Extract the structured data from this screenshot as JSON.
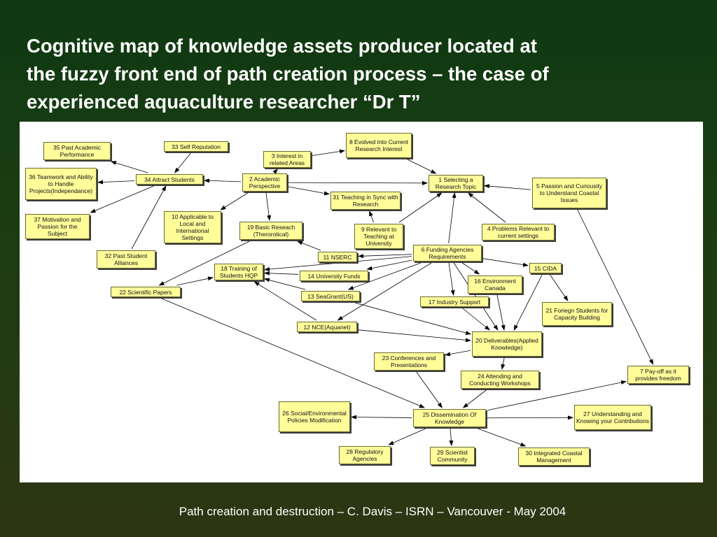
{
  "title": {
    "lines": [
      "Cognitive map of knowledge assets producer located at",
      "the fuzzy front end of path creation process – the case of",
      "experienced aquaculture researcher “Dr T”"
    ]
  },
  "diagram": {
    "nodes": [
      {
        "id": "n1",
        "label": "1 Selecting a Research Topic"
      },
      {
        "id": "n2",
        "label": "2 Academic Perspective"
      },
      {
        "id": "n3",
        "label": "3 Interest in related Areas"
      },
      {
        "id": "n4",
        "label": "4 Problems Relevant to current settings"
      },
      {
        "id": "n5",
        "label": "5 Passion and Curiousity to Understand Coastal Issues"
      },
      {
        "id": "n6",
        "label": "6 Funding Agencies Requirements"
      },
      {
        "id": "n7",
        "label": "7 Pay-off as it provides freedom"
      },
      {
        "id": "n8",
        "label": "8 Evolved into Current Research Interest"
      },
      {
        "id": "n9",
        "label": "9 Relevant to Teaching at University"
      },
      {
        "id": "n10",
        "label": "10 Applicable to Local and International Settings"
      },
      {
        "id": "n11",
        "label": "11 NSERC"
      },
      {
        "id": "n12",
        "label": "12 NCE(Aquanet)"
      },
      {
        "id": "n13",
        "label": "13 SeaGrant(US)"
      },
      {
        "id": "n14",
        "label": "14 University Funds"
      },
      {
        "id": "n15",
        "label": "15 CIDA"
      },
      {
        "id": "n16",
        "label": "16 Environment Canada"
      },
      {
        "id": "n17",
        "label": "17 Industry Support"
      },
      {
        "id": "n18",
        "label": "18 Training of Students HQP"
      },
      {
        "id": "n19",
        "label": "19 Basic Reseach (Therorotical)"
      },
      {
        "id": "n20",
        "label": "20 Deliverables(Applied Knowledge)"
      },
      {
        "id": "n21",
        "label": "21 Foriegn Students for Capacity Building"
      },
      {
        "id": "n22",
        "label": "22 Scientific Papers"
      },
      {
        "id": "n23",
        "label": "23 Conferences and Presentations"
      },
      {
        "id": "n24",
        "label": "24 Attending and Conducting Workshops"
      },
      {
        "id": "n25",
        "label": "25 Dissemination Of Knowledge"
      },
      {
        "id": "n26",
        "label": "26 Social/Environmental Policies Modification"
      },
      {
        "id": "n27",
        "label": "27 Understanding and Knowing your Contributions"
      },
      {
        "id": "n28",
        "label": "28 Regulatory Agencies"
      },
      {
        "id": "n29",
        "label": "29 Scientist Community"
      },
      {
        "id": "n30",
        "label": "30 Integrated Coastal Management"
      },
      {
        "id": "n32",
        "label": "32 Past Student Alliances"
      },
      {
        "id": "n33",
        "label": "33 Self Reputation"
      },
      {
        "id": "n34",
        "label": "34 Attract Students"
      },
      {
        "id": "n35",
        "label": "35 Past Academic Performance"
      },
      {
        "id": "n36",
        "label": "36 Teamwork and Ability to Handle Projects(Independance)"
      },
      {
        "id": "n37",
        "label": "37 Motivation and Passion for the Subject"
      }
    ],
    "edges": [
      {
        "from": "n3",
        "to": "n8"
      },
      {
        "from": "n8",
        "to": "n1"
      },
      {
        "from": "n2",
        "to": "n3"
      },
      {
        "from": "n2",
        "to": "n1"
      },
      {
        "from": "n2",
        "to": "n31"
      },
      {
        "from": "n2",
        "to": "n19"
      },
      {
        "from": "n2",
        "to": "n10"
      },
      {
        "from": "n2",
        "to": "n34"
      },
      {
        "from": "n34",
        "to": "n35"
      },
      {
        "from": "n34",
        "to": "n36"
      },
      {
        "from": "n34",
        "to": "n37"
      },
      {
        "from": "n33",
        "to": "n34"
      },
      {
        "from": "n32",
        "to": "n34"
      },
      {
        "from": "n5",
        "to": "n1"
      },
      {
        "from": "n5",
        "to": "n7"
      },
      {
        "from": "n4",
        "to": "n1"
      },
      {
        "from": "n9",
        "to": "n1"
      },
      {
        "from": "n9",
        "to": "n31"
      },
      {
        "from": "n6",
        "to": "n1"
      },
      {
        "from": "n6",
        "to": "n11"
      },
      {
        "from": "n6",
        "to": "n14"
      },
      {
        "from": "n6",
        "to": "n13"
      },
      {
        "from": "n6",
        "to": "n12"
      },
      {
        "from": "n6",
        "to": "n15"
      },
      {
        "from": "n6",
        "to": "n16"
      },
      {
        "from": "n6",
        "to": "n17"
      },
      {
        "from": "n6",
        "to": "n18"
      },
      {
        "from": "n6",
        "to": "n20"
      },
      {
        "from": "n11",
        "to": "n19"
      },
      {
        "from": "n14",
        "to": "n18"
      },
      {
        "from": "n13",
        "to": "n18"
      },
      {
        "from": "n13",
        "to": "n20"
      },
      {
        "from": "n12",
        "to": "n18"
      },
      {
        "from": "n12",
        "to": "n20"
      },
      {
        "from": "n15",
        "to": "n20"
      },
      {
        "from": "n15",
        "to": "n21"
      },
      {
        "from": "n16",
        "to": "n20"
      },
      {
        "from": "n17",
        "to": "n20"
      },
      {
        "from": "n19",
        "to": "n22"
      },
      {
        "from": "n22",
        "to": "n18"
      },
      {
        "from": "n22",
        "to": "n25"
      },
      {
        "from": "n20",
        "to": "n23"
      },
      {
        "from": "n20",
        "to": "n24"
      },
      {
        "from": "n23",
        "to": "n25"
      },
      {
        "from": "n24",
        "to": "n25"
      },
      {
        "from": "n25",
        "to": "n26"
      },
      {
        "from": "n25",
        "to": "n27"
      },
      {
        "from": "n25",
        "to": "n28"
      },
      {
        "from": "n25",
        "to": "n29"
      },
      {
        "from": "n25",
        "to": "n30"
      },
      {
        "from": "n25",
        "to": "n7"
      },
      {
        "from": "n31",
        "to": "n31b"
      }
    ],
    "extra_nodes": [
      {
        "id": "n31",
        "label": "31 Teaching in Sync with Research"
      }
    ]
  },
  "footer": "Path creation and destruction – C. Davis – ISRN – Vancouver - May 2004"
}
